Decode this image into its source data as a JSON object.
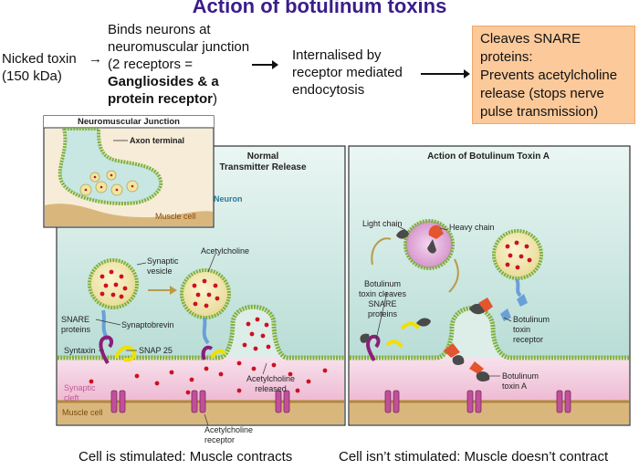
{
  "title": "Action of botulinum toxins",
  "flow": {
    "step1": [
      "Nicked toxin",
      "(150 kDa)"
    ],
    "step2_lines": [
      "Binds neurons at",
      "neuromuscular junction",
      "(2 receptors ="
    ],
    "step2_bold": [
      "Gangliosides & a",
      "protein receptor"
    ],
    "step2_close": ")",
    "step3": [
      "Internalised by",
      "receptor mediated",
      "endocytosis"
    ],
    "step4": [
      "Cleaves SNARE",
      "proteins:",
      "Prevents acetylcholine",
      "release (stops nerve",
      "pulse transmission)"
    ],
    "arrow": "→"
  },
  "inset": {
    "title": "Neuromuscular Junction",
    "axon_label": "Axon terminal",
    "muscle_label": "Muscle cell"
  },
  "left_panel": {
    "title": [
      "Normal",
      "Transmitter Release"
    ],
    "labels": {
      "neuron": "Neuron",
      "synaptic_vesicle": [
        "Synaptic",
        "vesicle"
      ],
      "acetylcholine": "Acetylcholine",
      "snare": [
        "SNARE",
        "proteins"
      ],
      "synaptobrevin": "Synaptobrevin",
      "syntaxin": "Syntaxin",
      "snap25": "SNAP 25",
      "ach_released": [
        "Acetylcholine",
        "released"
      ],
      "synaptic_cleft": [
        "Synaptic",
        "cleft"
      ],
      "muscle_cell": "Muscle cell",
      "ach_receptor": [
        "Acetylcholine",
        "receptor"
      ]
    }
  },
  "right_panel": {
    "title": "Action of Botulinum Toxin A",
    "labels": {
      "light_chain": "Light chain",
      "heavy_chain": "Heavy chain",
      "cleaves": [
        "Botulinum",
        "toxin cleaves",
        "SNARE",
        "proteins"
      ],
      "toxin_receptor": [
        "Botulinum",
        "toxin",
        "receptor"
      ],
      "toxin_a": [
        "Botulinum",
        "toxin A"
      ]
    }
  },
  "captions": {
    "left": "Cell is stimulated: Muscle contracts",
    "right": "Cell isn’t stimulated: Muscle doesn’t contract"
  },
  "colors": {
    "title": "#3a1d8a",
    "orange_box": "#fbc99a",
    "neuron": "#c8e6e2",
    "membrane": "#7fb03a",
    "vesicle": "#f0e6a0",
    "acetylcholine": "#cc1122",
    "cleft": "#f3c8dc",
    "muscle": "#d8b57a",
    "toxin_heavy": "#e2552f",
    "toxin_light": "#4a4a4a",
    "snap25": "#f0e000",
    "syntaxin": "#8a1f7a",
    "synaptobrevin": "#6aa0d8",
    "endosome": "#d9a0d4"
  }
}
